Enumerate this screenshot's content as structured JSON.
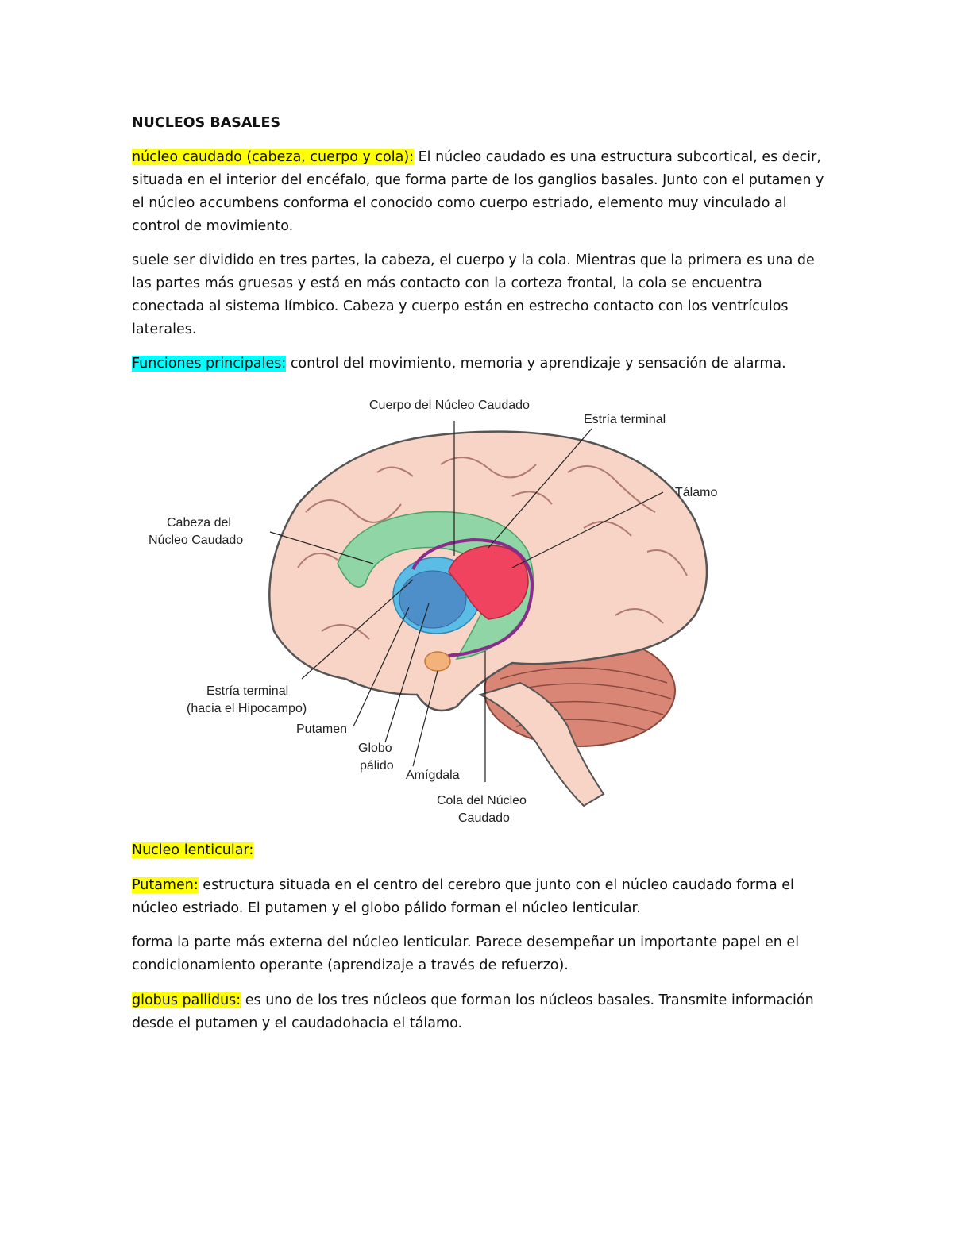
{
  "document": {
    "title": "NUCLEOS BASALES",
    "caudado": {
      "label": "núcleo caudado (cabeza, cuerpo y cola):",
      "text": " El núcleo caudado es una estructura subcortical, es decir, situada en el interior del encéfalo, que forma parte de los ganglios basales. Junto con el putamen y el núcleo accumbens conforma el conocido como cuerpo estriado, elemento muy vinculado al control de movimiento."
    },
    "caudado_detail": " suele ser dividido en tres partes, la cabeza, el cuerpo y la cola. Mientras que la primera es una de las partes más gruesas y está en más contacto con la corteza frontal, la cola se encuentra conectada al sistema límbico. Cabeza y cuerpo están en estrecho contacto con los ventrículos laterales.",
    "funciones": {
      "label": "Funciones principales:",
      "text": " control del movimiento, memoria y aprendizaje y sensación de alarma."
    },
    "figure": {
      "labels": {
        "cuerpo": "Cuerpo del Núcleo Caudado",
        "estria": "Estría terminal",
        "talamo": "Tálamo",
        "cabeza_1": "Cabeza del",
        "cabeza_2": "Núcleo Caudado",
        "estria_hipo_1": "Estría terminal",
        "estria_hipo_2": "(hacia el Hipocampo)",
        "putamen": "Putamen",
        "globo_1": "Globo",
        "globo_2": "pálido",
        "amigdala": "Amígdala",
        "cola_1": "Cola del Núcleo",
        "cola_2": "Caudado"
      },
      "colors": {
        "brain": "#f7d4c6",
        "caudate": "#8fd5a6",
        "putamen": "#5bbde6",
        "globus": "#4f8fc9",
        "thalamus": "#f0435f",
        "stria": "#8a2c8a",
        "amygdala": "#f3b27a",
        "cerebellum": "#d98676"
      }
    },
    "lenticular": {
      "label": "Nucleo lenticular:"
    },
    "putamen": {
      "label": "Putamen:",
      "text": " estructura situada en el centro del cerebro que junto con el núcleo caudado forma el núcleo estriado. El putamen y el globo pálido forman el núcleo lenticular."
    },
    "putamen_detail": "forma la parte más externa del núcleo lenticular. Parece desempeñar un importante papel en el condicionamiento operante (aprendizaje a través de refuerzo).",
    "globus": {
      "label": "globus pallidus:",
      "text": " es uno de los tres núcleos que forman los núcleos basales. Transmite información desde el putamen y el caudadohacia el tálamo."
    }
  }
}
